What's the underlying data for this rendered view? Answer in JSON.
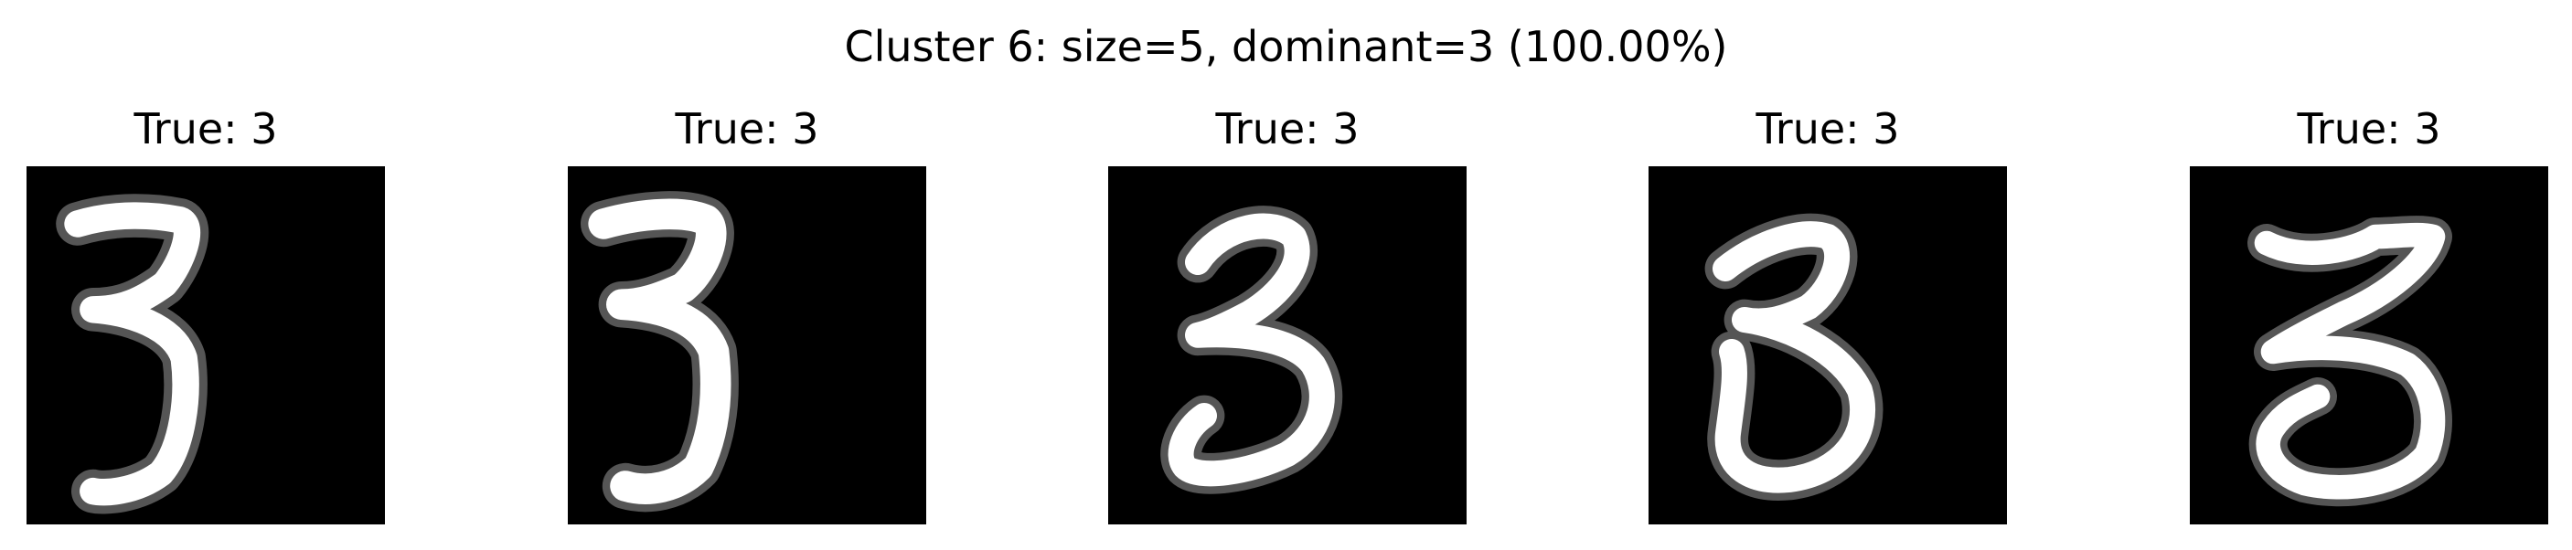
{
  "figure": {
    "suptitle": "Cluster 6: size=5, dominant=3 (100.00%)"
  },
  "panels": [
    {
      "title": "True: 3"
    },
    {
      "title": "True: 3"
    },
    {
      "title": "True: 3"
    },
    {
      "title": "True: 3"
    },
    {
      "title": "True: 3"
    }
  ],
  "colors": {
    "background": "#ffffff",
    "image_background": "#000000",
    "digit_stroke": "#ffffff"
  }
}
